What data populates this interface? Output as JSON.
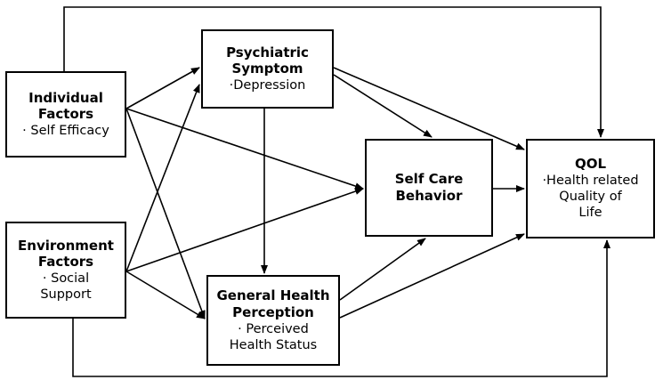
{
  "boxes": {
    "individual": {
      "title": [
        "Individual",
        "Factors"
      ],
      "items": [
        "· Self Efficacy"
      ]
    },
    "psychiatric": {
      "title": [
        "Psychiatric",
        "Symptom"
      ],
      "items": [
        "·Depression"
      ]
    },
    "environment": {
      "title": [
        "Environment",
        "Factors"
      ],
      "items": [
        "· Social",
        "Support"
      ]
    },
    "general_health": {
      "title": [
        "General Health",
        "Perception"
      ],
      "items": [
        "· Perceived",
        "Health Status"
      ]
    },
    "self_care": {
      "title": [
        "Self Care",
        "Behavior"
      ],
      "items": []
    },
    "qol": {
      "title": [
        "QOL"
      ],
      "items": [
        "·Health related",
        "Quality of",
        "Life"
      ]
    }
  },
  "colors": {
    "line": "#000000",
    "box_border": "#000000",
    "background": "#ffffff"
  }
}
